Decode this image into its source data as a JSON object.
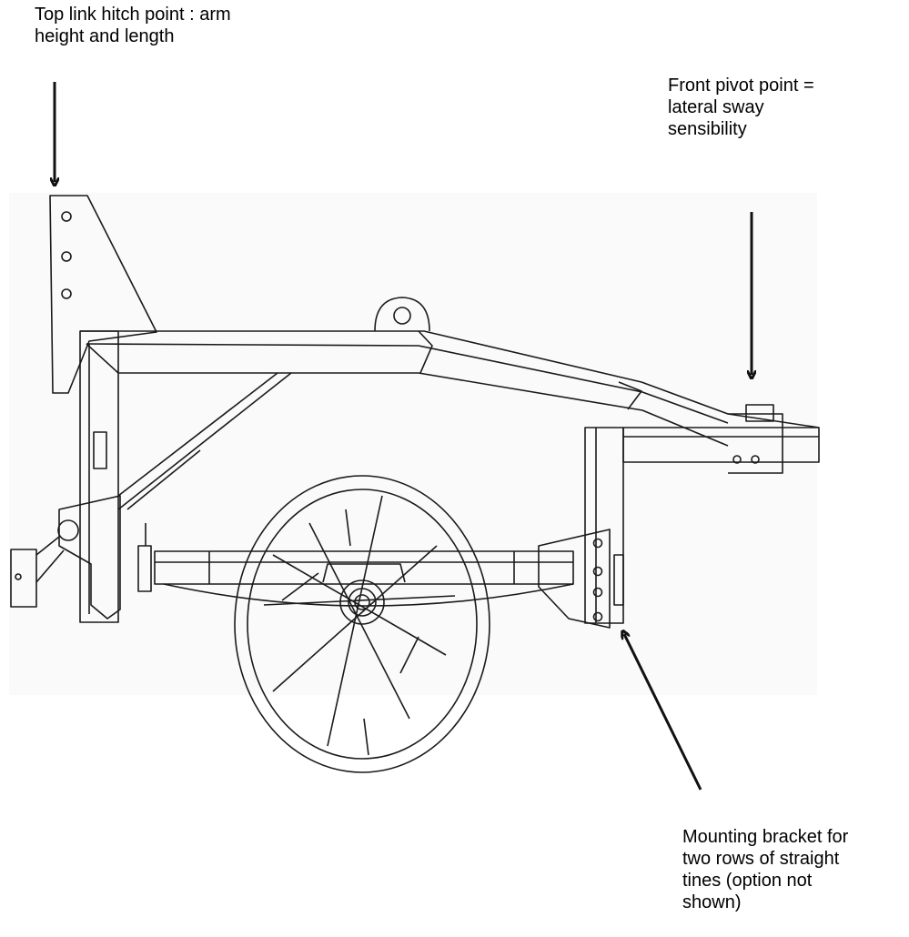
{
  "annotations": {
    "top_link": "Top link hitch point : arm\nheight and length",
    "front_pivot": "Front pivot point =\nlateral sway\nsensibility",
    "mounting_bracket": "Mounting bracket for\ntwo rows of straight\ntines (option not\nshown)"
  },
  "colors": {
    "line": "#1a1a1a",
    "panel": "#fafafa",
    "background": "#ffffff"
  }
}
